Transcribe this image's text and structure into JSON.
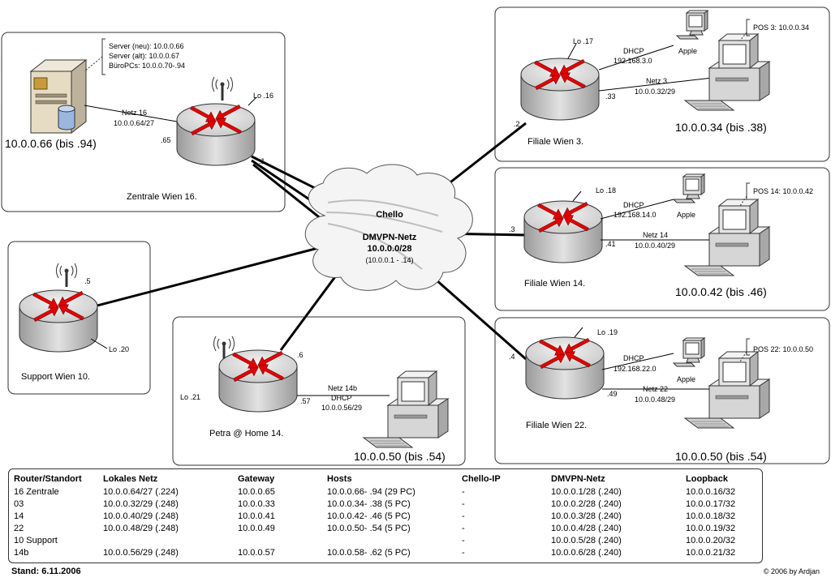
{
  "zentrale": {
    "name": "Zentrale Wien 16.",
    "lo": "Lo .16",
    "port": ".65",
    "wan_port": ".1",
    "netz_name": "Netz 16",
    "netz_addr": "10.0.0.64/27",
    "server_ip": "10.0.0.66 (bis .94)",
    "server_note": [
      "Server (neu): 10.0.0.66",
      "Server (alt): 10.0.0.67",
      "BüroPCs: 10.0.0.70-.94"
    ]
  },
  "cloud": {
    "title": "Chello",
    "network": "DMVPN-Netz",
    "subnet": "10.0.0.0/28",
    "range": "(10.0.0.1 - .14)"
  },
  "support": {
    "name": "Support Wien 10.",
    "lo": "Lo .20",
    "wan_port": ".5"
  },
  "petra": {
    "name": "Petra @ Home 14.",
    "lo": "Lo .21",
    "wan_port": ".6",
    "port": ".57",
    "netz_name": "Netz 14b",
    "dhcp": "DHCP",
    "netz_addr": "10.0.0.56/29",
    "pc_ip": "10.0.0.50 (bis .54)"
  },
  "filialen": [
    {
      "name": "Filiale Wien 3.",
      "lo": "Lo .17",
      "wan_port": ".2",
      "port": ".33",
      "dhcp": "DHCP",
      "dhcp_net": "192.168.3.0",
      "apple": "Apple",
      "netz_name": "Netz 3",
      "netz_addr": "10.0.0.32/29",
      "pos": "POS 3: 10.0.0.34",
      "pc_ip": "10.0.0.34 (bis .38)"
    },
    {
      "name": "Filiale Wien 14.",
      "lo": "Lo .18",
      "wan_port": ".3",
      "port": ".41",
      "dhcp": "DHCP",
      "dhcp_net": "192.168.14.0",
      "apple": "Apple",
      "netz_name": "Netz 14",
      "netz_addr": "10.0.0.40/29",
      "pos": "POS 14: 10.0.0.42",
      "pc_ip": "10.0.0.42 (bis .46)"
    },
    {
      "name": "Filiale Wien 22.",
      "lo": "Lo .19",
      "wan_port": ".4",
      "port": ".49",
      "dhcp": "DHCP",
      "dhcp_net": "192.168.22.0",
      "apple": "Apple",
      "netz_name": "Netz 22",
      "netz_addr": "10.0.0.48/29",
      "pos": "POS 22: 10.0.0.50",
      "pc_ip": "10.0.0.50 (bis .54)"
    }
  ],
  "table": {
    "headers": [
      "Router/Standort",
      "Lokales Netz",
      "Gateway",
      "Hosts",
      "Chello-IP",
      "DMVPN-Netz",
      "Loopback"
    ],
    "rows": [
      [
        "16 Zentrale",
        "10.0.0.64/27 (.224)",
        "10.0.0.65",
        "10.0.0.66- .94 (29 PC)",
        "-",
        "10.0.0.1/28 (.240)",
        "10.0.0.16/32"
      ],
      [
        "03",
        "10.0.0.32/29 (.248)",
        "10.0.0.33",
        "10.0.0.34- .38 (5 PC)",
        "-",
        "10.0.0.2/28 (.240)",
        "10.0.0.17/32"
      ],
      [
        "14",
        "10.0.0.40/29 (.248)",
        "10.0.0.41",
        "10.0.0.42- .46 (5 PC)",
        "-",
        "10.0.0.3/28 (.240)",
        "10.0.0.18/32"
      ],
      [
        "22",
        "10.0.0.48/29 (.248)",
        "10.0.0.49",
        "10.0.0.50- .54 (5 PC)",
        "-",
        "10.0.0.4/28 (.240)",
        "10.0.0.19/32"
      ],
      [
        "10 Support",
        "",
        "",
        "",
        "-",
        "10.0.0.5/28 (.240)",
        "10.0.0.20/32"
      ],
      [
        "14b",
        "10.0.0.56/29 (.248)",
        "10.0.0.57",
        "10.0.0.58- .62 (5 PC)",
        "-",
        "10.0.0.6/28 (.240)",
        "10.0.0.21/32"
      ]
    ]
  },
  "footer": {
    "stand": "Stand: 6.11.2006",
    "copyright": "© 2006 by Ardjan"
  },
  "colors": {
    "arrow": "#e00000",
    "router_top": "#d9d9d9",
    "router_side": "#bdbdbd",
    "cloud": "#f4f4f4"
  }
}
